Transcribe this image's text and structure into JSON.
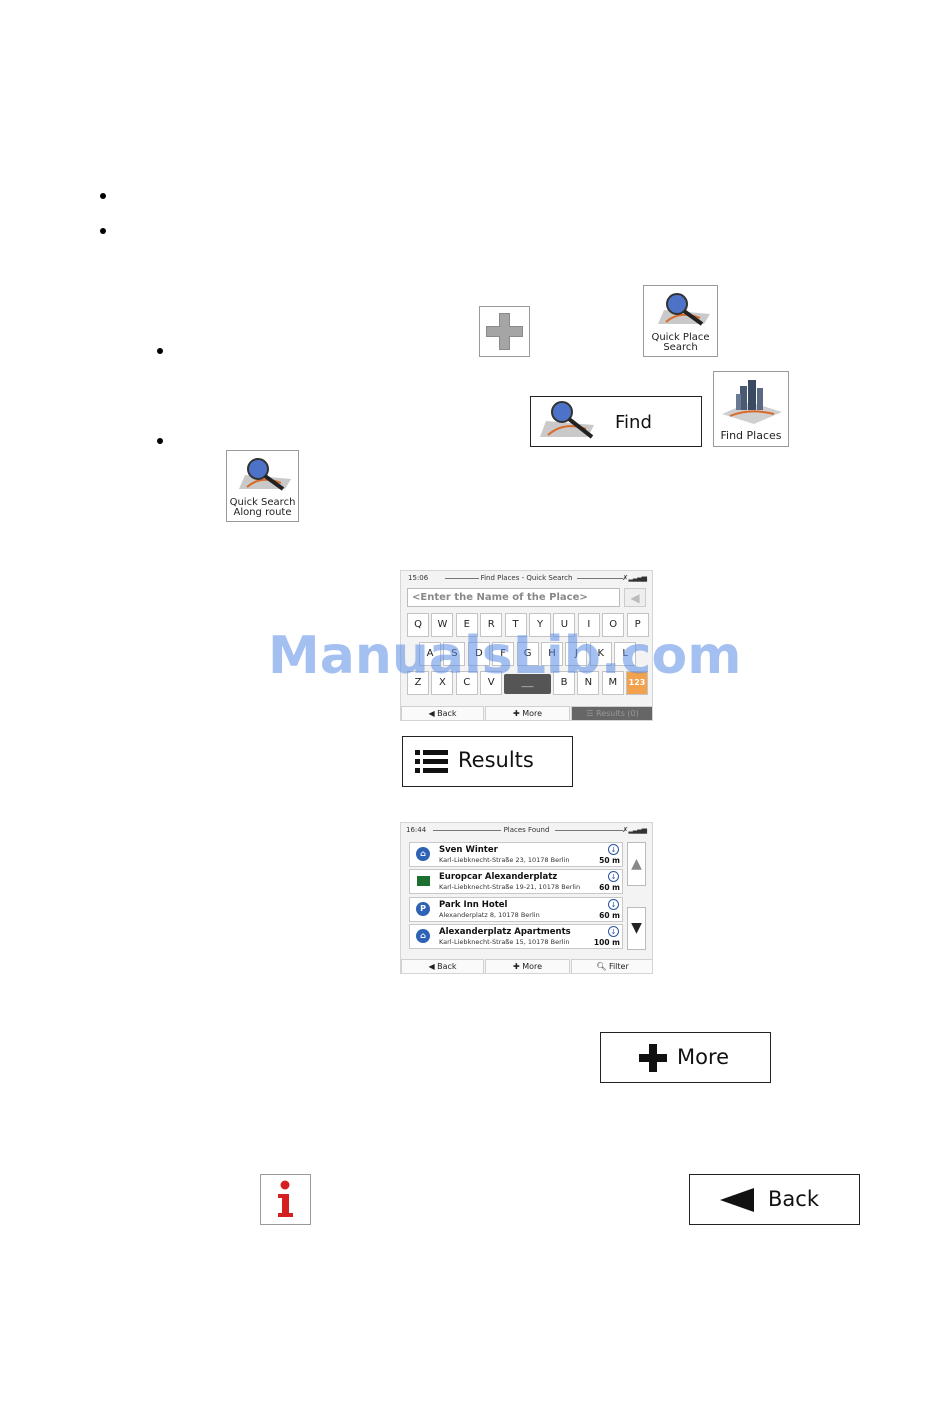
{
  "icons": {
    "quick_place_search": {
      "line1": "Quick Place",
      "line2": "Search"
    },
    "find_places": {
      "label": "Find Places"
    },
    "quick_search_along_route": {
      "line1": "Quick Search",
      "line2": "Along route"
    }
  },
  "buttons": {
    "find": "Find",
    "results": "Results",
    "more": "More",
    "back": "Back"
  },
  "screen1": {
    "time": "15:06",
    "title": "Find Places - Quick Search",
    "placeholder": "<Enter the Name of the Place>",
    "keys_row1": [
      "Q",
      "W",
      "E",
      "R",
      "T",
      "Y",
      "U",
      "I",
      "O",
      "P"
    ],
    "keys_row2": [
      "A",
      "S",
      "D",
      "F",
      "G",
      "H",
      "J",
      "K",
      "L"
    ],
    "keys_row3": [
      "Z",
      "X",
      "C",
      "V",
      "B",
      "N",
      "M"
    ],
    "numkey": "123",
    "space": "___",
    "bottom": {
      "back": "Back",
      "more": "More",
      "results": "Results (0)"
    }
  },
  "screen2": {
    "time": "16:44",
    "title": "Places Found",
    "rows": [
      {
        "name": "Sven Winter",
        "address": "Karl-Liebknecht-Straße 23, 10178 Berlin",
        "distance": "50 m"
      },
      {
        "name": "Europcar Alexanderplatz",
        "address": "Karl-Liebknecht-Straße 19-21, 10178 Berlin",
        "distance": "60 m"
      },
      {
        "name": "Park Inn Hotel",
        "address": "Alexanderplatz 8, 10178 Berlin",
        "distance": "60 m"
      },
      {
        "name": "Alexanderplatz Apartments",
        "address": "Karl-Liebknecht-Straße 15, 10178 Berlin",
        "distance": "100 m"
      }
    ],
    "bottom": {
      "back": "Back",
      "more": "More",
      "filter": "Filter"
    }
  },
  "watermark": "ManualsLib.com",
  "colors": {
    "accent_orange": "#f2a24c",
    "pin_blue": "#2d62b5",
    "info_red": "#d42020"
  }
}
